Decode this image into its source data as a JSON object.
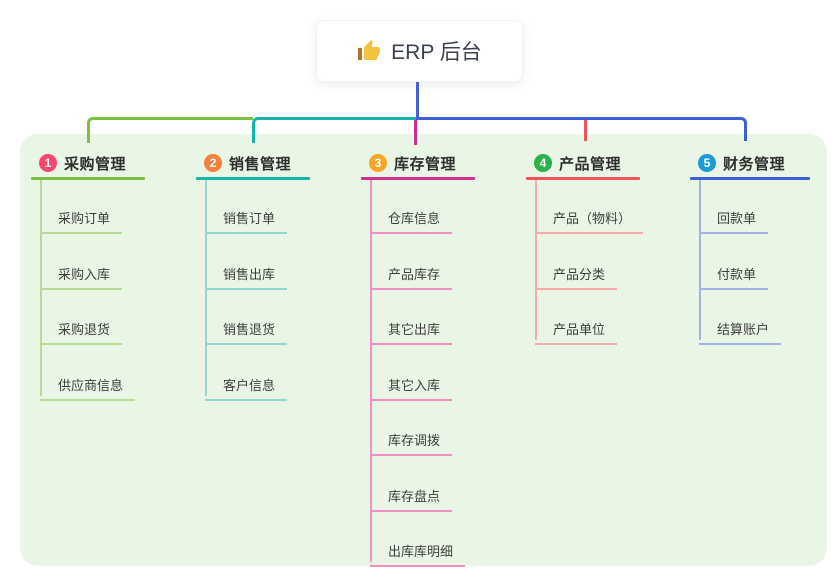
{
  "root": {
    "icon": "thumbs-up-icon",
    "label": "ERP 后台"
  },
  "branches": [
    {
      "badge": "1",
      "title": "采购管理",
      "color": "#7ac143",
      "light_color": "#b7db93",
      "badge_color": "#f8476f",
      "children": [
        "采购订单",
        "采购入库",
        "采购退货",
        "供应商信息"
      ]
    },
    {
      "badge": "2",
      "title": "销售管理",
      "color": "#14b5a9",
      "light_color": "#90d9ce",
      "badge_color": "#f5813c",
      "children": [
        "销售订单",
        "销售出库",
        "销售退货",
        "客户信息"
      ]
    },
    {
      "badge": "3",
      "title": "库存管理",
      "color": "#d02f90",
      "light_color": "#f090c4",
      "badge_color": "#f7a623",
      "children": [
        "仓库信息",
        "产品库存",
        "其它出库",
        "其它入库",
        "库存调拨",
        "库存盘点",
        "出库库明细"
      ]
    },
    {
      "badge": "4",
      "title": "产品管理",
      "color": "#f2535a",
      "light_color": "#f8aaa6",
      "badge_color": "#2bb24c",
      "children": [
        "产品（物料）",
        "产品分类",
        "产品单位"
      ]
    },
    {
      "badge": "5",
      "title": "财务管理",
      "color": "#3d5ed6",
      "light_color": "#a2b2e6",
      "badge_color": "#1d9bd8",
      "children": [
        "回款单",
        "付款单",
        "结算账户"
      ]
    }
  ],
  "colors": {
    "panel_background": "#eaf6e5",
    "trunk": "#4460da"
  }
}
